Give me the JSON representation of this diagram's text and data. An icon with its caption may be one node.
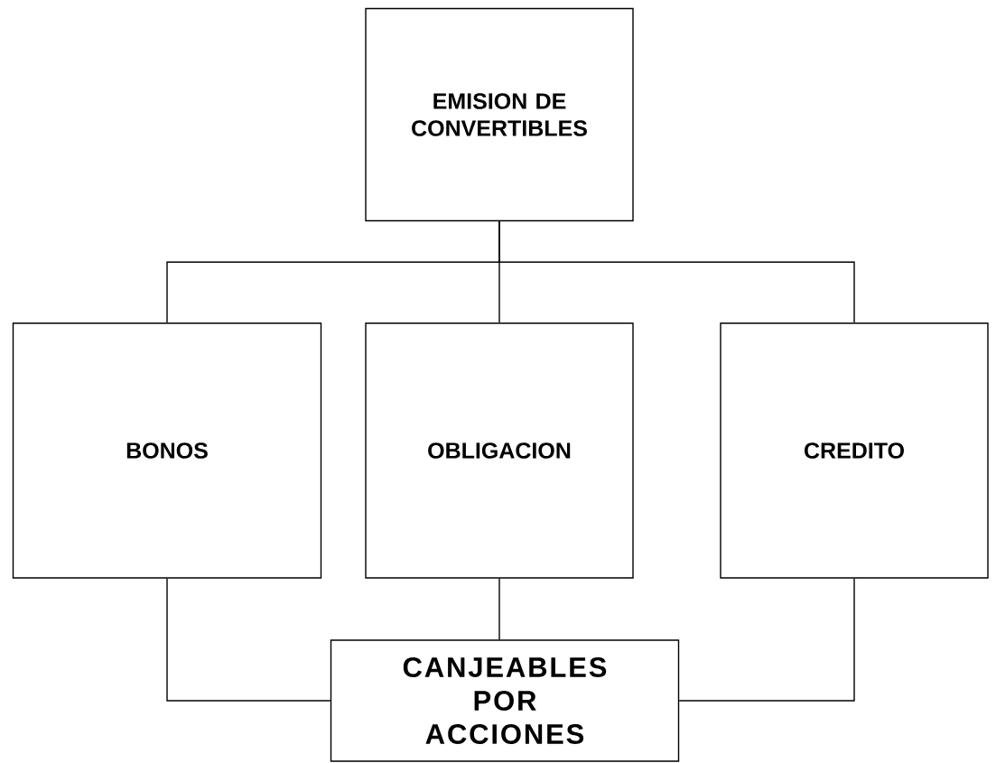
{
  "diagram": {
    "nodes": [
      {
        "text": [
          "EMISION DE CONVERTIBLES"
        ]
      },
      {
        "text": [
          "BONOS"
        ]
      },
      {
        "text": [
          "OBLIGACION"
        ]
      },
      {
        "text": [
          "CREDITO"
        ]
      },
      {
        "text": [
          "CANJEABLES POR ACCIONES"
        ]
      }
    ],
    "edges": [
      {
        "from": 0,
        "to": 1,
        "arrow": "none"
      },
      {
        "from": 0,
        "to": 2,
        "arrow": "none"
      },
      {
        "from": 0,
        "to": 3,
        "arrow": "none"
      },
      {
        "from": 1,
        "to": 4,
        "arrow": "none"
      },
      {
        "from": 2,
        "to": 4,
        "arrow": "none"
      },
      {
        "from": 3,
        "to": 4,
        "arrow": "none"
      }
    ]
  }
}
